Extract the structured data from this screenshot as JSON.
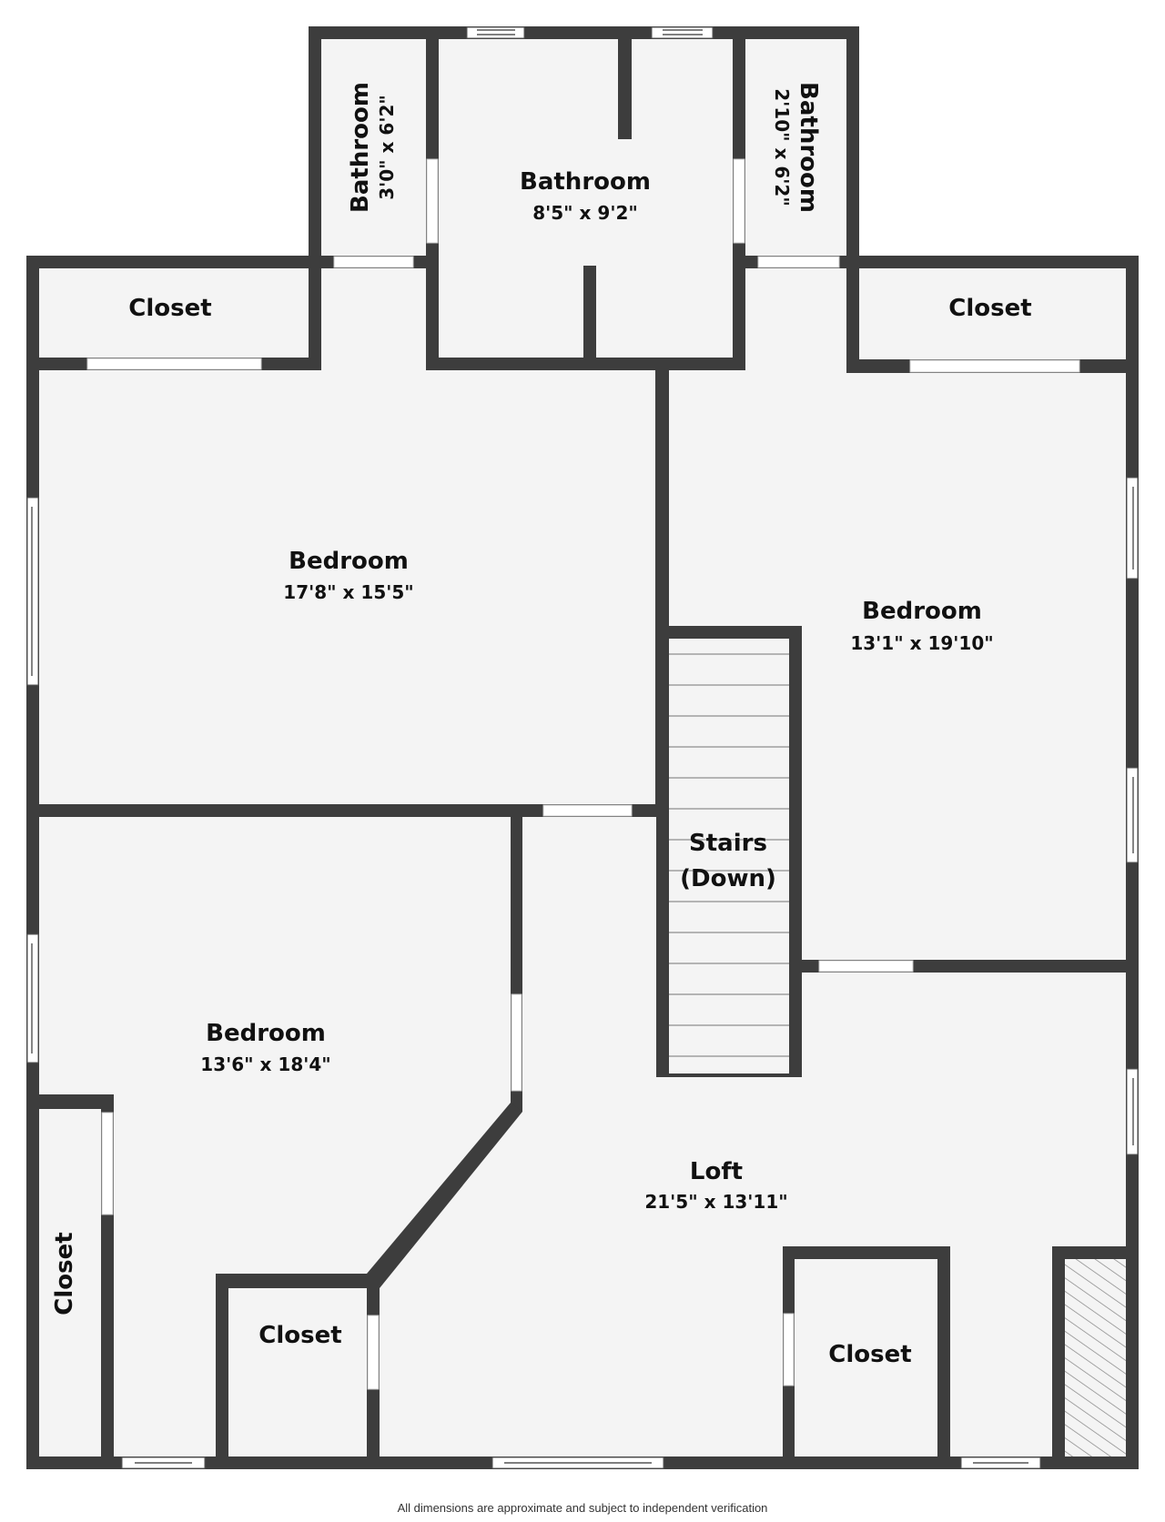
{
  "floorplan": {
    "rooms": [
      {
        "id": "bathroom-left",
        "name": "Bathroom",
        "dims": "3'0\" x 6'2\""
      },
      {
        "id": "bathroom-center",
        "name": "Bathroom",
        "dims": "8'5\" x 9'2\""
      },
      {
        "id": "bathroom-right",
        "name": "Bathroom",
        "dims": "2'10\" x 6'2\""
      },
      {
        "id": "closet-top-left",
        "name": "Closet"
      },
      {
        "id": "closet-top-right",
        "name": "Closet"
      },
      {
        "id": "bedroom-upper-left",
        "name": "Bedroom",
        "dims": "17'8\" x 15'5\""
      },
      {
        "id": "bedroom-right",
        "name": "Bedroom",
        "dims": "13'1\" x 19'10\""
      },
      {
        "id": "stairs",
        "name": "Stairs",
        "sub": "(Down)"
      },
      {
        "id": "bedroom-lower-left",
        "name": "Bedroom",
        "dims": "13'6\" x 18'4\""
      },
      {
        "id": "closet-left-vertical",
        "name": "Closet"
      },
      {
        "id": "closet-bottom-center",
        "name": "Closet"
      },
      {
        "id": "loft",
        "name": "Loft",
        "dims": "21'5\" x 13'11\""
      },
      {
        "id": "closet-bottom-right",
        "name": "Closet"
      }
    ],
    "colors": {
      "wall": "#3d3d3d",
      "floor": "#f4f4f4",
      "background": "#ffffff"
    }
  },
  "footer": {
    "disclaimer": "All dimensions are approximate and subject to independent verification"
  }
}
